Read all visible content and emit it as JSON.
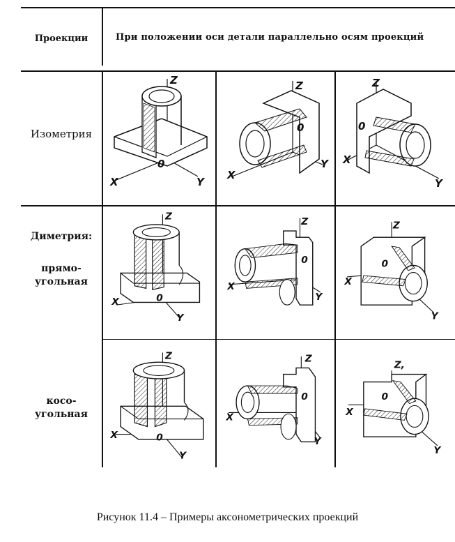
{
  "header": {
    "column1": "Проекции",
    "column2": "При положении оси детали параллельно осям проекций"
  },
  "rows": [
    {
      "label_lines": [
        "Изометрия"
      ]
    },
    {
      "label_lines": [
        "Диметрия:",
        "прямо-",
        "угольная"
      ]
    },
    {
      "label_lines": [
        "косо-",
        "угольная"
      ]
    }
  ],
  "axes": {
    "x": "X",
    "y": "Y",
    "z": "Z",
    "z_alt": "Z,",
    "origin": "0"
  },
  "caption": "Рисунок 11.4 – Примеры аксонометрических проекций"
}
